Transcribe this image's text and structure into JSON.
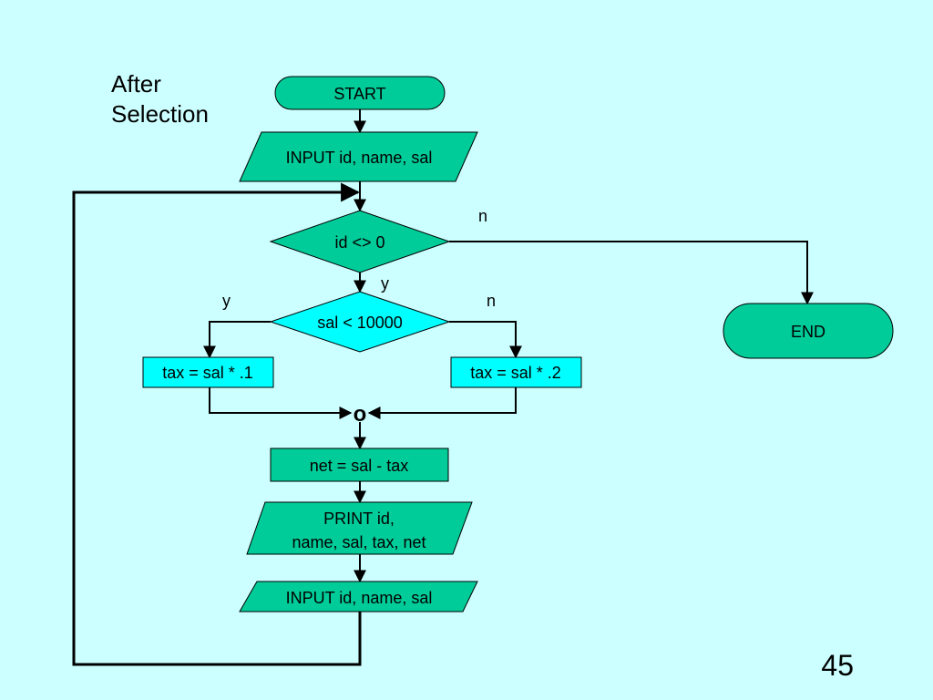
{
  "slide": {
    "title_lines": [
      "After",
      "Selection"
    ],
    "page_number": "45"
  },
  "flowchart": {
    "start": "START",
    "input_first": "INPUT id, name, sal",
    "decision_id": "id <> 0",
    "decision_sal": "sal < 10000",
    "branch_yes": "y",
    "branch_no": "n",
    "tax_low": "tax = sal * .1",
    "tax_high": "tax = sal * .2",
    "connector": "o",
    "net": "net = sal - tax",
    "print_lines": [
      "PRINT id,",
      "name, sal, tax, net"
    ],
    "input_next": "INPUT id, name, sal",
    "end": "END"
  },
  "colors": {
    "background": "#ccffff",
    "terminal_fill": "#00cc99",
    "process_fill": "#00cc99",
    "decision_main_fill": "#00cc99",
    "decision_sal_fill": "#00ffff",
    "tax_box_fill": "#00ffff",
    "stroke": "#000000"
  }
}
